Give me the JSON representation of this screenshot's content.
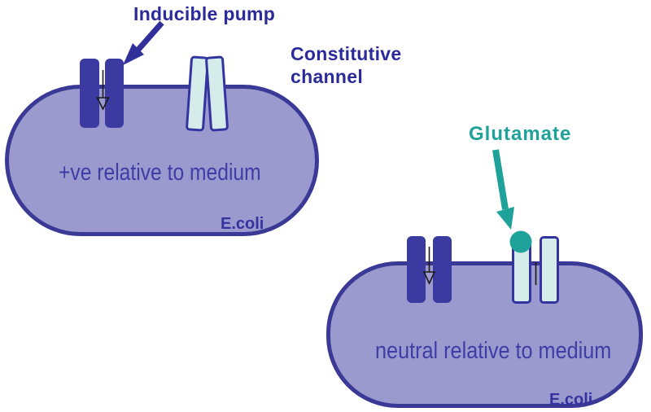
{
  "diagram": {
    "labels": {
      "inducible_pump": "Inducible pump",
      "constitutive_channel": "Constitutive channel",
      "glutamate": "Glutamate"
    },
    "cells": [
      {
        "id": "left",
        "state_text": "+ve relative to medium",
        "organism_label": "E.coli",
        "components": [
          "inducible-pump",
          "constitutive-channel"
        ]
      },
      {
        "id": "right",
        "state_text": "neutral relative to medium",
        "organism_label": "E.coli",
        "components": [
          "inducible-pump",
          "constitutive-channel",
          "glutamate-molecule"
        ]
      }
    ],
    "colors": {
      "cell_fill": "#9B9ACF",
      "cell_border": "#3A3996",
      "pump_fill": "#3B3AA0",
      "channel_fill": "#D5ECEA",
      "channel_border": "#3434A0",
      "glutamate_teal": "#1EA29A",
      "label_navy": "#2B2A9B",
      "state_text_navy": "#3E3DA6"
    }
  }
}
